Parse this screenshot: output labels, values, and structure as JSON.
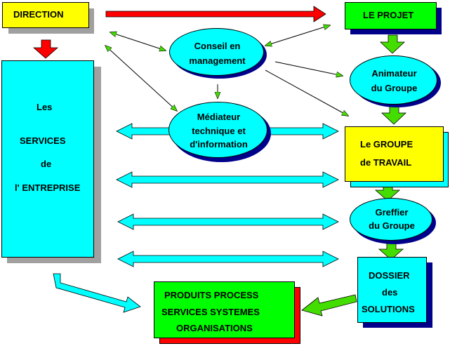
{
  "colors": {
    "yellow": "#ffff00",
    "green": "#00ff00",
    "cyan": "#00ffff",
    "red": "#ff0000",
    "navy": "#00008b",
    "grey_shadow": "#a0a0a0",
    "arrow_green": "#44dd00"
  },
  "boxes": {
    "direction": "DIRECTION",
    "projet": "LE PROJET",
    "services": {
      "line1": "Les",
      "line2": "SERVICES",
      "line3": "de",
      "line4": "l' ENTREPRISE"
    },
    "groupe": {
      "line1": "Le GROUPE",
      "line2": "de TRAVAIL"
    },
    "dossier": {
      "line1": "DOSSIER",
      "line2": "des",
      "line3": "SOLUTIONS"
    },
    "produits": {
      "line1": "PRODUITS  PROCESS",
      "line2": "SERVICES  SYSTEMES",
      "line3": "ORGANISATIONS"
    }
  },
  "ellipses": {
    "conseil": {
      "line1": "Conseil  en",
      "line2": "management"
    },
    "mediateur": {
      "line1": "Médiateur",
      "line2": "technique  et",
      "line3": "d'information"
    },
    "animateur": {
      "line1": "Animateur",
      "line2": "du  Groupe"
    },
    "greffier": {
      "line1": "Greffier",
      "line2": "du  Groupe"
    }
  }
}
